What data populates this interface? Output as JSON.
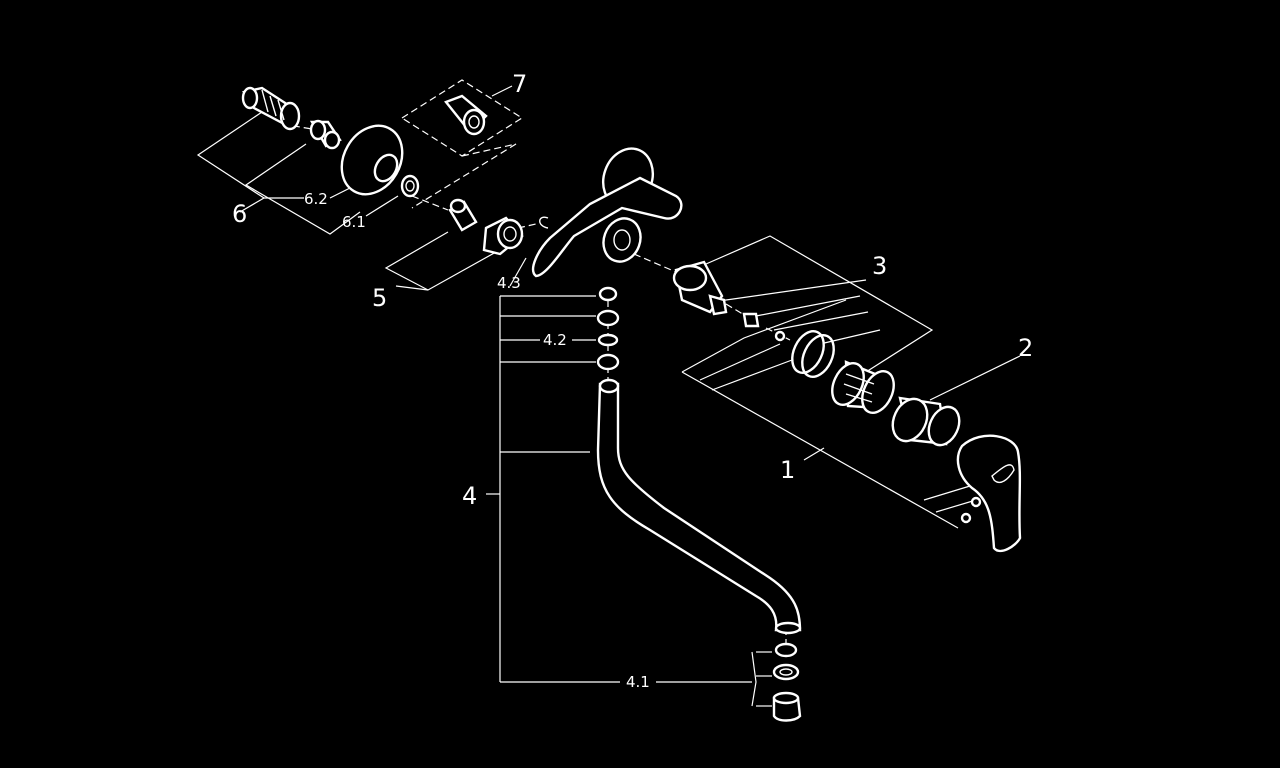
{
  "diagram": {
    "background": "#000000",
    "stroke_color": "#ffffff",
    "callouts": {
      "c1": "1",
      "c2": "2",
      "c3": "3",
      "c4": "4",
      "c4_1": "4.1",
      "c4_2": "4.2",
      "c4_3": "4.3",
      "c5": "5",
      "c6": "6",
      "c6_1": "6.1",
      "c6_2": "6.2",
      "c7": "7"
    }
  }
}
